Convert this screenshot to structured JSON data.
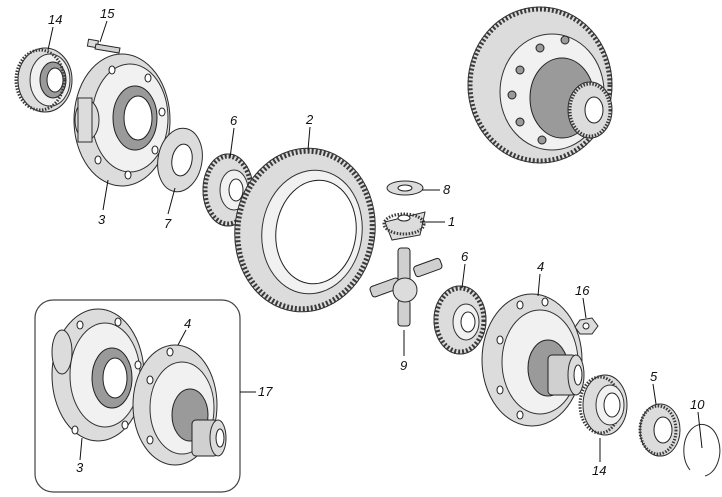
{
  "callouts": {
    "c14_top": "14",
    "c15": "15",
    "c3_top": "3",
    "c7": "7",
    "c6_top": "6",
    "c2": "2",
    "c8": "8",
    "c1": "1",
    "c6_mid": "6",
    "c9": "9",
    "c4_right": "4",
    "c16": "16",
    "c5": "5",
    "c10": "10",
    "c14_bottom": "14",
    "c4_inset": "4",
    "c17": "17",
    "c3_inset": "3"
  }
}
